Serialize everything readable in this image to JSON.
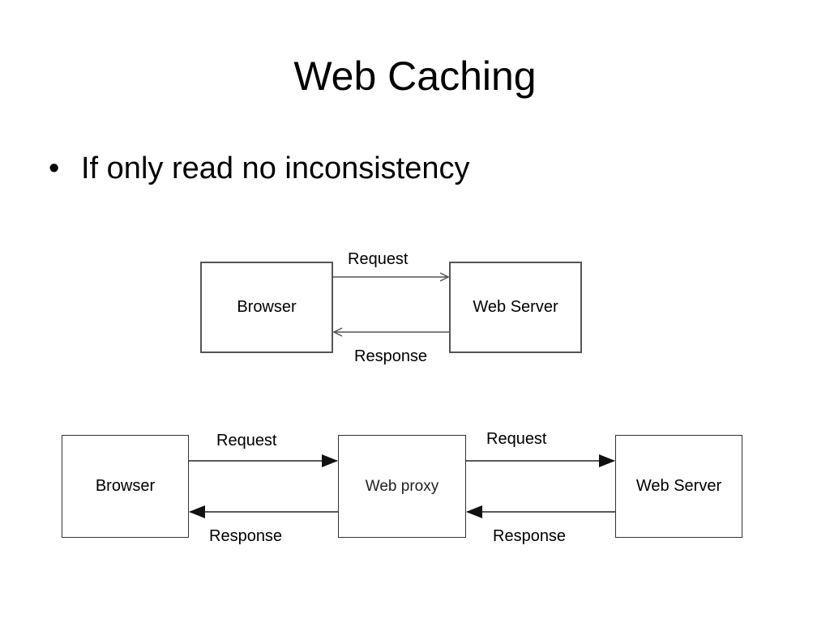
{
  "title": "Web Caching",
  "bullets": [
    "If only read no inconsistency"
  ],
  "diagram_top": {
    "browser": "Browser",
    "server": "Web Server",
    "request": "Request",
    "response": "Response"
  },
  "diagram_bottom": {
    "browser": "Browser",
    "proxy": "Web proxy",
    "server": "Web Server",
    "request_left": "Request",
    "response_left": "Response",
    "request_right": "Request",
    "response_right": "Response"
  }
}
